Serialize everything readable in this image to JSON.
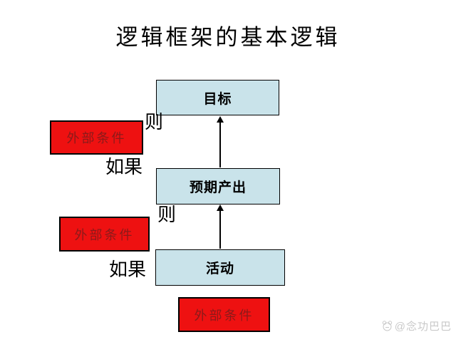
{
  "title": "逻辑框架的基本逻辑",
  "diagram": {
    "nodes": {
      "goal": {
        "label": "目标"
      },
      "output": {
        "label": "预期产出"
      },
      "activity": {
        "label": "活动"
      }
    },
    "conditions": {
      "top": {
        "label": "外部条件"
      },
      "middle": {
        "label": "外部条件"
      },
      "bottom": {
        "label": "外部条件"
      }
    },
    "connectors": {
      "then_top": "则",
      "if_top": "如果",
      "then_mid": "则",
      "if_mid": "如果"
    },
    "colors": {
      "node_fill": "#c9e3ea",
      "condition_fill": "#ee1111",
      "condition_text": "#8b1a1a",
      "watermark_gray": "#c9c9c9"
    }
  },
  "watermark": {
    "text": "@念功巴巴"
  }
}
